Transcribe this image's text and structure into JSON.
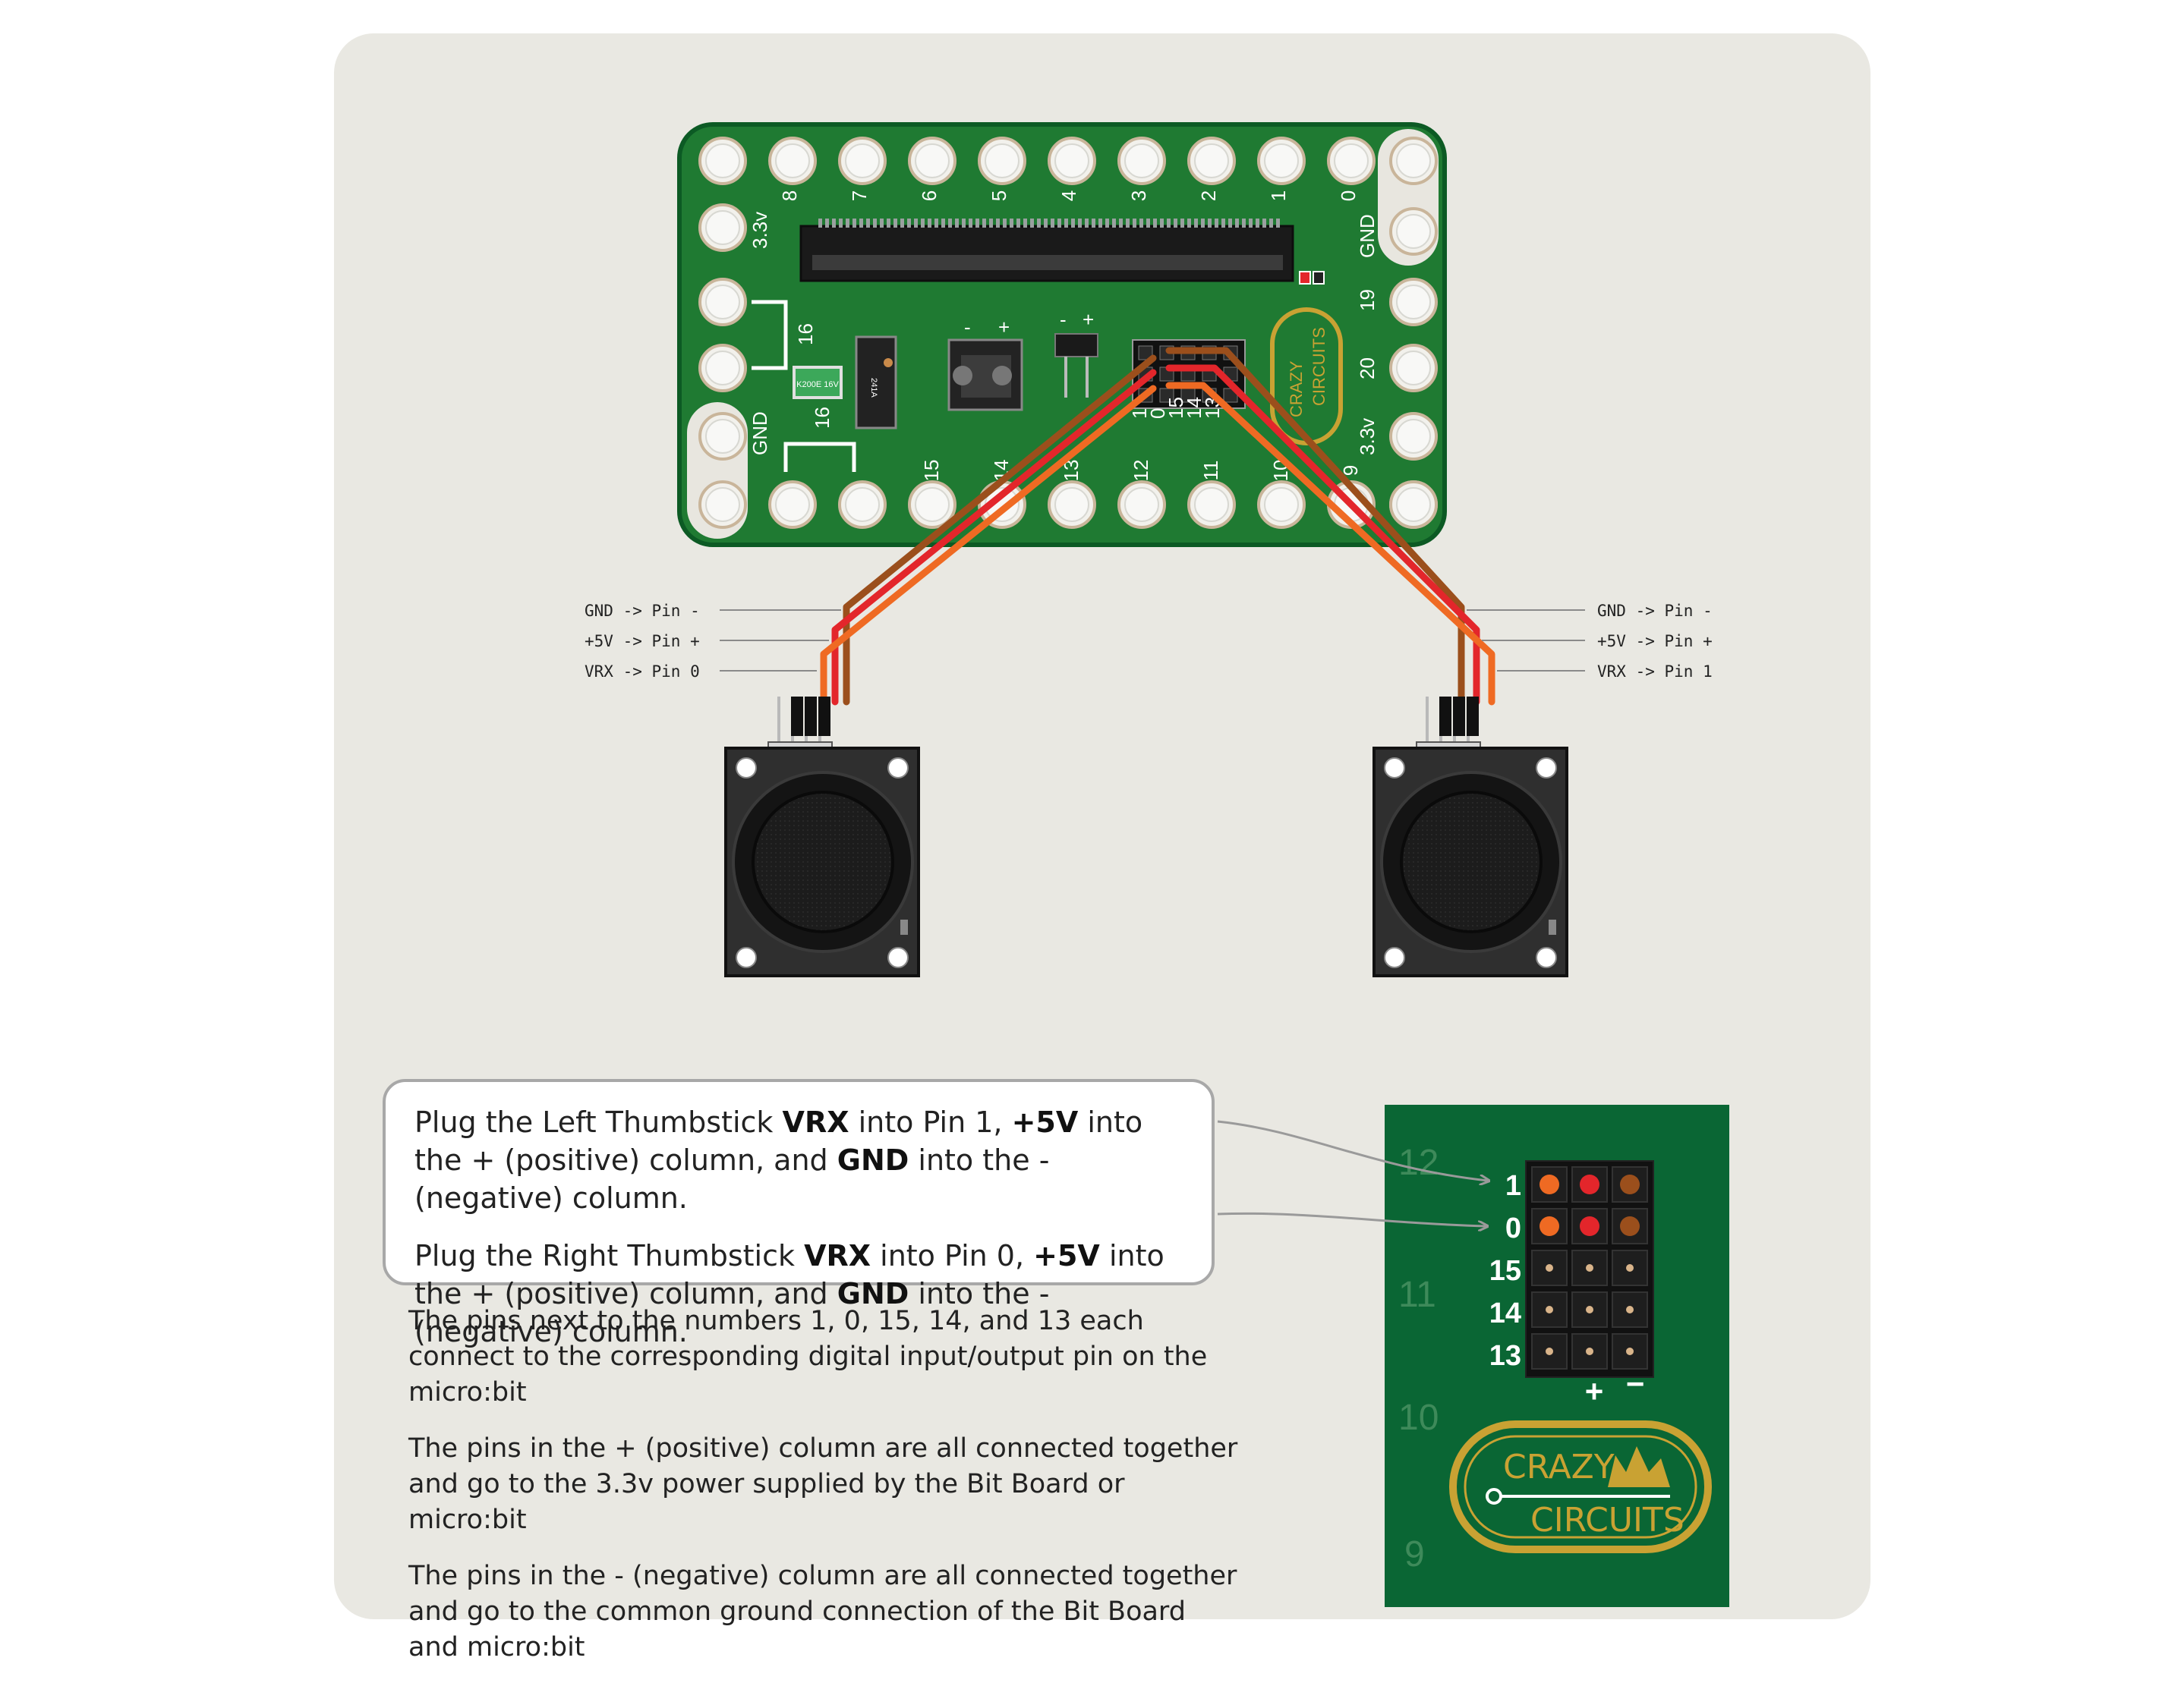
{
  "colors": {
    "background_panel": "#e9e8e2",
    "board_green": "#1f7a32",
    "board_green_dark": "#0a6634",
    "pad_outline": "#c9b59a",
    "logo_gold": "#c9a233",
    "wire_gnd": "#9b4f1c",
    "wire_5v": "#e3262b",
    "wire_signal": "#ef6a23"
  },
  "board": {
    "top_pins": [
      "8",
      "7",
      "6",
      "5",
      "4",
      "3",
      "2",
      "1",
      "0"
    ],
    "bottom_pins": [
      "15",
      "14",
      "13",
      "12",
      "11",
      "10",
      "9"
    ],
    "left_labels": {
      "top": "3.3v",
      "middle": "16",
      "lower": "16",
      "bottom": "GND"
    },
    "right_labels": {
      "top": "GND",
      "a": "19",
      "b": "20",
      "bottom": "3.3v"
    },
    "header_col_labels": {
      "minus": "-",
      "plus": "+"
    },
    "header_row_labels": [
      "1",
      "0",
      "15",
      "14",
      "13"
    ],
    "power_labels": {
      "minus": "-",
      "plus": "+"
    },
    "chip_label": "241A",
    "fuse_label": "K200E 16V",
    "logo_line1": "CRAZY",
    "logo_line2": "CIRCUITS"
  },
  "wire_labels": {
    "left": [
      "GND -> Pin -",
      "+5V -> Pin +",
      "VRX -> Pin 0"
    ],
    "right": [
      "GND -> Pin -",
      "+5V -> Pin +",
      "VRX -> Pin 1"
    ]
  },
  "callout": {
    "p1": {
      "a": "Plug the Left Thumbstick ",
      "b1": "VRX",
      "c": " into Pin 1, ",
      "b2": "+5V",
      "d": " into the + (positive) column, and ",
      "b3": "GND",
      "e": " into the - (negative) column."
    },
    "p2": {
      "a": "Plug the Right Thumbstick ",
      "b1": "VRX",
      "c": " into Pin 0, ",
      "b2": "+5V",
      "d": " into the + (positive) column, and ",
      "b3": "GND",
      "e": " into the - (negative) column."
    }
  },
  "notes": [
    "The pins next to the numbers 1, 0, 15, 14, and 13 each connect to the corresponding digital input/output pin on the micro:bit",
    "The pins in the + (positive) column are all connected together and go to the 3.3v power supplied by the Bit Board or micro:bit",
    "The pins in the - (negative) column are all connected together and go to the common ground connection of the Bit Board and micro:bit"
  ],
  "inset": {
    "side_numbers": [
      "12",
      "11",
      "10",
      "9"
    ],
    "row_labels": [
      "1",
      "0",
      "15",
      "14",
      "13"
    ],
    "col_labels": {
      "plus": "+",
      "minus": "−"
    },
    "logo_line1": "CRAZY",
    "logo_line2": "CIRCUITS"
  }
}
